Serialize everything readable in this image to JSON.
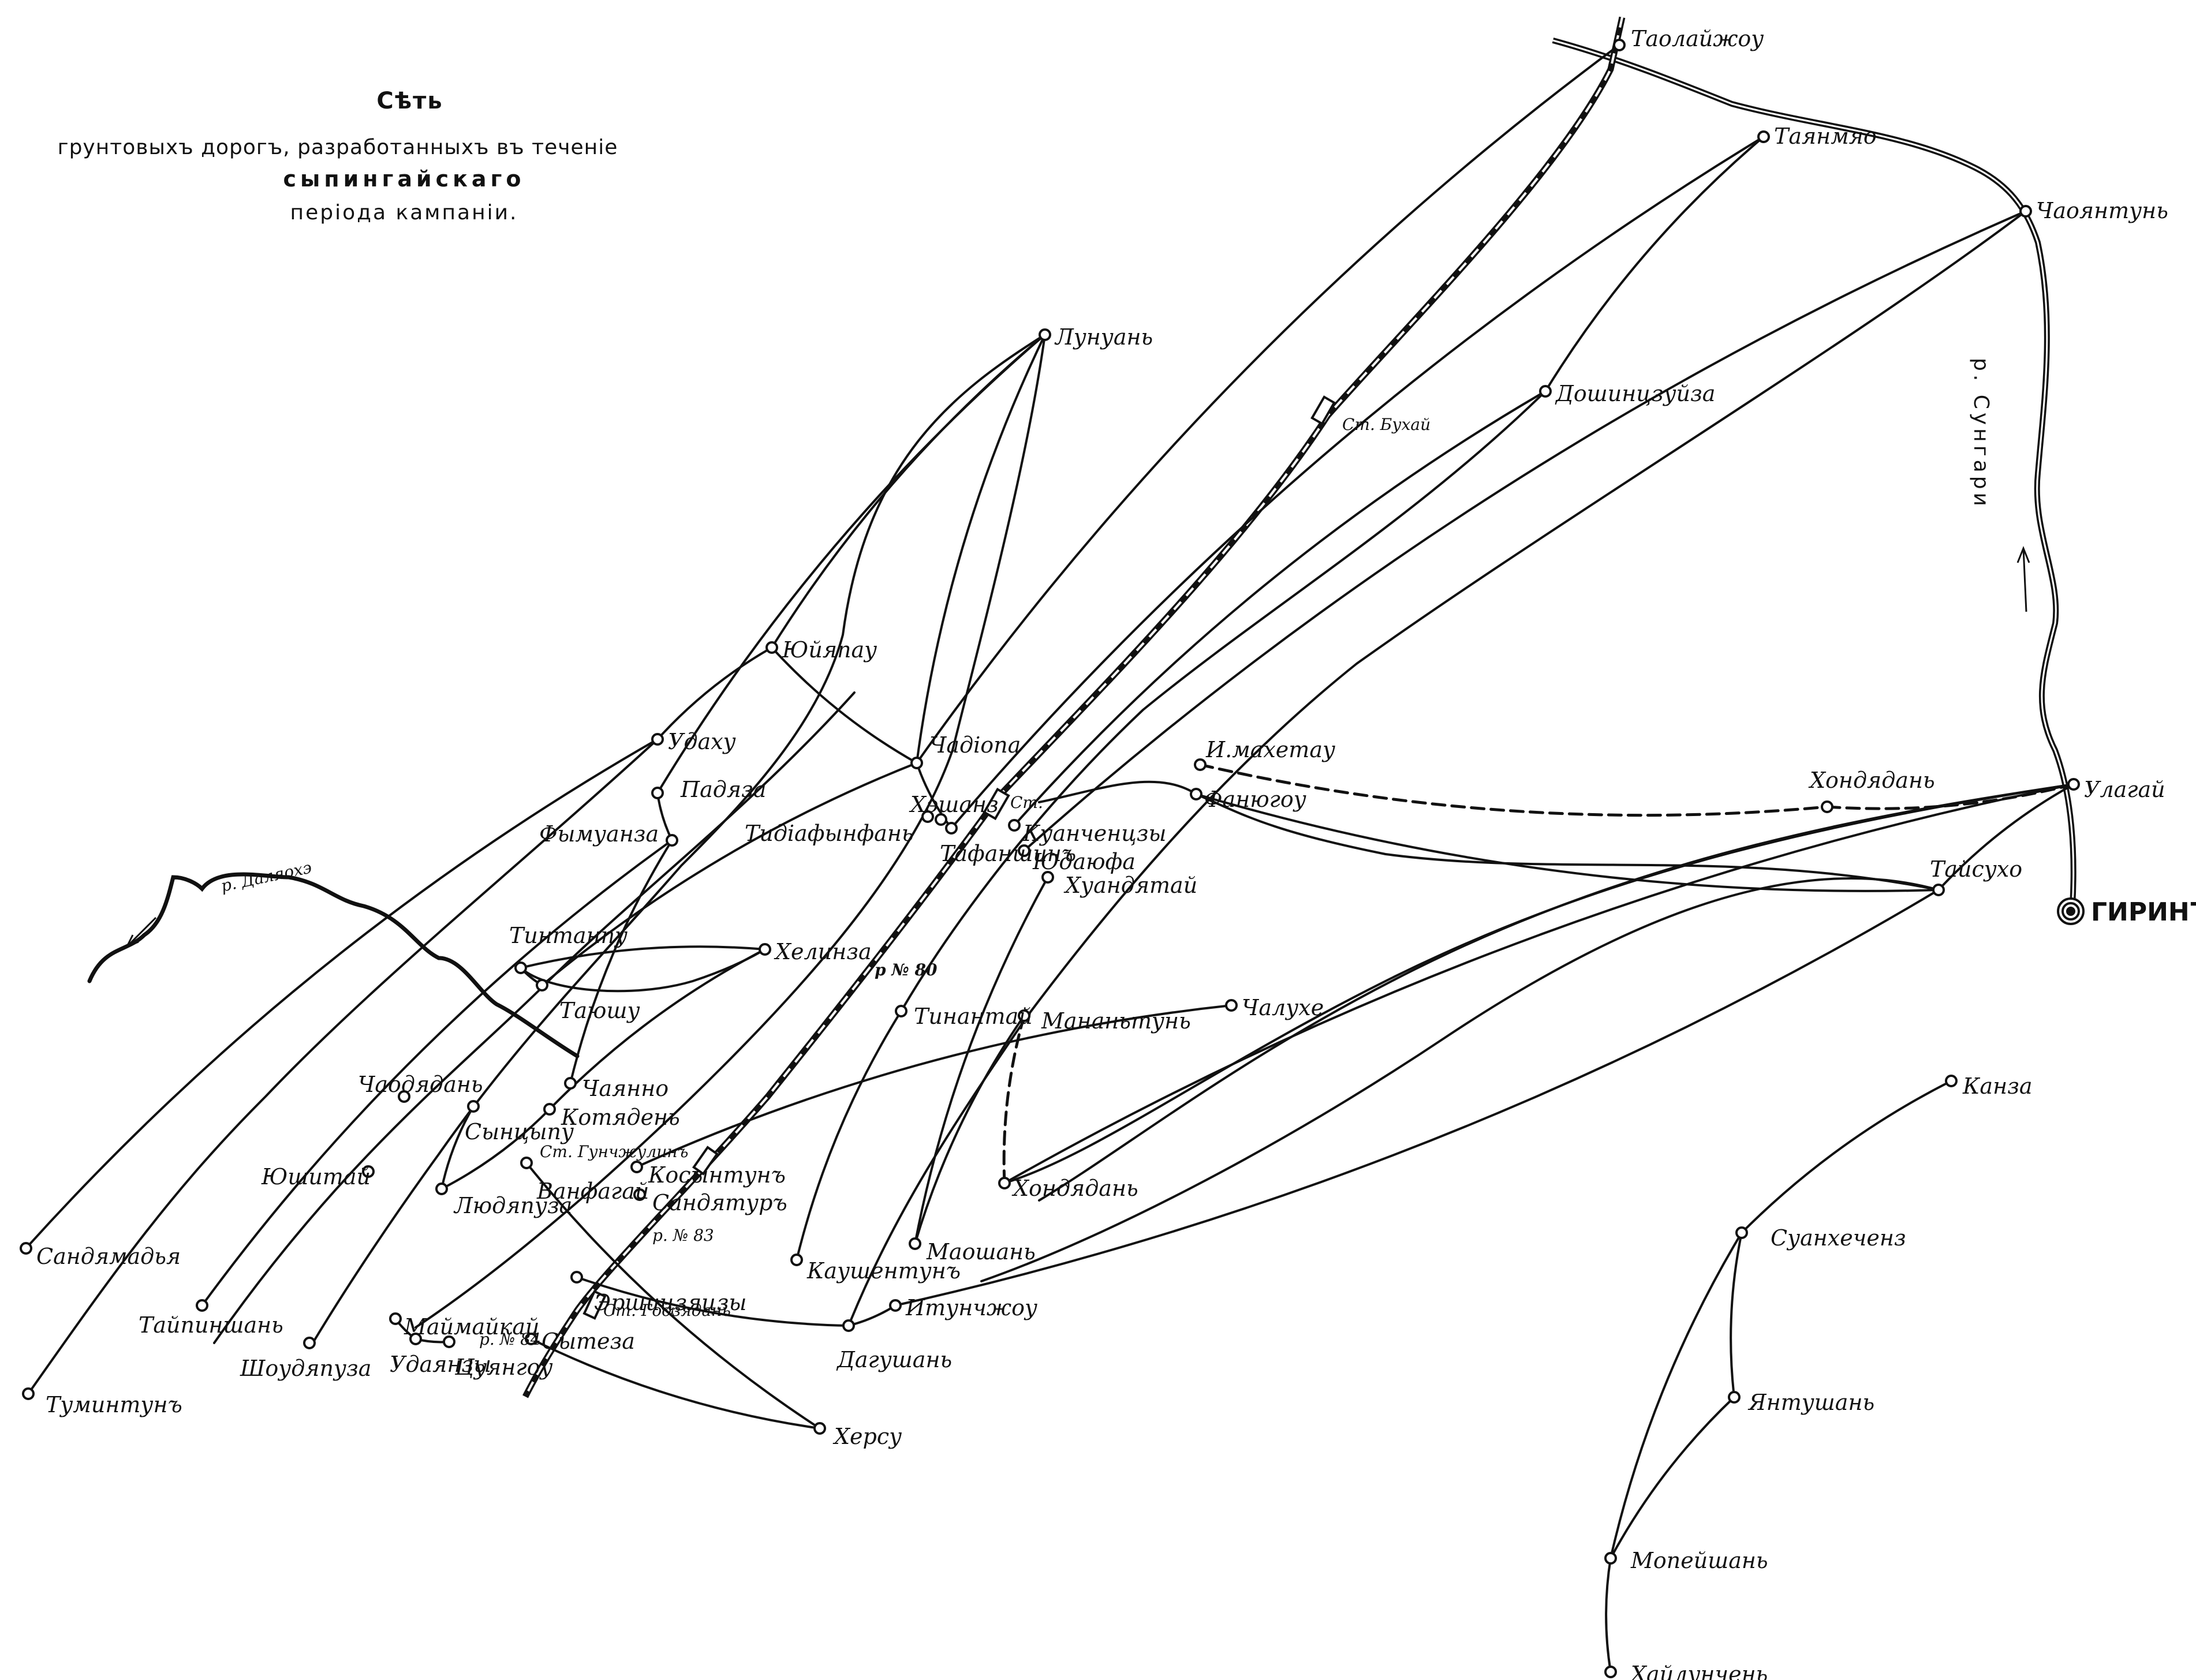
{
  "title": {
    "heading": "Сѣть",
    "line1": "грунтовыхъ дорогъ, разработанныхъ въ теченіе",
    "line2": "сыпингайскаго",
    "line3": "періода кампаніи."
  },
  "rivers": [
    {
      "id": "sungari",
      "label": "р. Сунгари",
      "flow_arrow": true
    },
    {
      "id": "dalyaohe",
      "label": "р. Даляохэ",
      "flow_arrow": true
    }
  ],
  "railway": {
    "stations": [
      "Ст. Бухай",
      "Ст.",
      "Ст. Гунчжулинъ",
      "Ст. Годзядань"
    ],
    "bridges": [
      "р № 80",
      "р. № 83",
      "р. № 84"
    ]
  },
  "places": [
    {
      "id": "taolaizhou",
      "name": "Таолайжоу"
    },
    {
      "id": "tayanmyao",
      "name": "Таянмяо"
    },
    {
      "id": "chaoyantun",
      "name": "Чаоянтунь"
    },
    {
      "id": "doshinczuyza",
      "name": "Дошинцзуйза"
    },
    {
      "id": "lunuan",
      "name": "Лунуань"
    },
    {
      "id": "yuyapau",
      "name": "Юйяпау"
    },
    {
      "id": "udahu",
      "name": "Удаху"
    },
    {
      "id": "chadiopa",
      "name": "Чадіопа"
    },
    {
      "id": "padyaza",
      "name": "Падяза"
    },
    {
      "id": "fymuanza",
      "name": "Фымуанза"
    },
    {
      "id": "imahetau",
      "name": "И.махетау"
    },
    {
      "id": "fanyugou",
      "name": "Фанюгоу"
    },
    {
      "id": "hondyadan_n",
      "name": "Хондядань"
    },
    {
      "id": "ulagai",
      "name": "Улагай"
    },
    {
      "id": "taysuho",
      "name": "Тайсухо"
    },
    {
      "id": "girin",
      "name": "ГИРИНЪ"
    },
    {
      "id": "heshan",
      "name": "Хэшанз"
    },
    {
      "id": "tidiafynfan",
      "name": "Тидіафынфань"
    },
    {
      "id": "tafanshin",
      "name": "Тафаншинъ"
    },
    {
      "id": "kuanchenczy",
      "name": "Куанченцзы"
    },
    {
      "id": "yudayufa",
      "name": "Юдаюфа"
    },
    {
      "id": "huandyatai",
      "name": "Хуандятай"
    },
    {
      "id": "helinza",
      "name": "Хелинза"
    },
    {
      "id": "tintanpu",
      "name": "Тинтанпу"
    },
    {
      "id": "tayushu",
      "name": "Таюшу"
    },
    {
      "id": "tinantai",
      "name": "Тинантай"
    },
    {
      "id": "mananytun",
      "name": "Мананьтунь"
    },
    {
      "id": "chaluhe",
      "name": "Чалухе"
    },
    {
      "id": "chaodyadan",
      "name": "Чаодядань"
    },
    {
      "id": "chayanno",
      "name": "Чаянно"
    },
    {
      "id": "kotyaden",
      "name": "Котядень"
    },
    {
      "id": "synczipu",
      "name": "Сынцыпу"
    },
    {
      "id": "yushitai",
      "name": "Юшитай"
    },
    {
      "id": "lyudyapuza",
      "name": "Людяпуза"
    },
    {
      "id": "vanfagai",
      "name": "Ванфагай"
    },
    {
      "id": "kosyntun",
      "name": "Косынтунъ"
    },
    {
      "id": "sandyatur",
      "name": "Сандятуръ"
    },
    {
      "id": "hondyadan_s",
      "name": "Хондядань"
    },
    {
      "id": "maoshan",
      "name": "Маошань"
    },
    {
      "id": "kaushentun",
      "name": "Каушентунъ"
    },
    {
      "id": "ershiczyaczy",
      "name": "Эршицзяцзы"
    },
    {
      "id": "itunchzhou",
      "name": "Итунчжоу"
    },
    {
      "id": "dagushan",
      "name": "Дагушань"
    },
    {
      "id": "maimaikai",
      "name": "Маймайкай"
    },
    {
      "id": "udayanzy",
      "name": "Удаянзы"
    },
    {
      "id": "czuyangou",
      "name": "Цуянгоу"
    },
    {
      "id": "syteza",
      "name": "Сытеза"
    },
    {
      "id": "hersu",
      "name": "Херсу"
    },
    {
      "id": "sandyamadya",
      "name": "Сандямадья"
    },
    {
      "id": "tumyntun",
      "name": "Туминтунъ"
    },
    {
      "id": "taipinshan",
      "name": "Тайпиншань"
    },
    {
      "id": "shoudyapuza",
      "name": "Шоудяпуза"
    },
    {
      "id": "kanza",
      "name": "Канза"
    },
    {
      "id": "suanhechen",
      "name": "Суанхеченз"
    },
    {
      "id": "yantushan",
      "name": "Янтушань"
    },
    {
      "id": "mopeishan",
      "name": "Мопейшань"
    },
    {
      "id": "hailunchen",
      "name": "Хайлунчень"
    }
  ],
  "roads": [
    [
      "lunuan",
      "yuyapau"
    ],
    [
      "lunuan",
      "chadiopa"
    ],
    [
      "lunuan",
      "padyaza"
    ],
    [
      "yuyapau",
      "chadiopa"
    ],
    [
      "yuyapau",
      "udahu"
    ],
    [
      "udahu",
      "sandyamadya"
    ],
    [
      "padyaza",
      "fymuanza"
    ],
    [
      "chadiopa",
      "tafanshin"
    ],
    [
      "chadiopa",
      "tayushu"
    ],
    [
      "fymuanza",
      "taipinshan"
    ],
    [
      "fymuanza",
      "chayanno"
    ],
    [
      "helinza",
      "tintanpu"
    ],
    [
      "helinza",
      "kotyaden"
    ],
    [
      "tintanpu",
      "tayushu"
    ],
    [
      "synczipu",
      "lyudyapuza"
    ],
    [
      "lyudyapuza",
      "kotyaden"
    ],
    [
      "vanfagai",
      "hersu"
    ],
    [
      "tinantai",
      "kaushentun"
    ],
    [
      "mananytun",
      "maoshan"
    ],
    [
      "huandyatai",
      "maoshan"
    ],
    [
      "taolaizhou",
      "chadiopa"
    ],
    [
      "tayanmyao",
      "doshinczuyza"
    ],
    [
      "doshinczuyza",
      "kuanchenczy"
    ],
    [
      "tayanmyao",
      "tafanshin"
    ],
    [
      "chaoyantun",
      "yudayufa"
    ],
    [
      "fanyugou",
      "taysuho"
    ],
    [
      "taysuho",
      "girin"
    ],
    [
      "ulagai",
      "taysuho"
    ],
    [
      "ulagai",
      "hondyadan_s"
    ],
    [
      "girin",
      "kanza"
    ],
    [
      "kanza",
      "suanhechen"
    ],
    [
      "suanhechen",
      "mopeishan"
    ],
    [
      "suanhechen",
      "yantushan"
    ],
    [
      "yantushan",
      "mopeishan"
    ],
    [
      "mopeishan",
      "hailunchen"
    ],
    [
      "chaluhe",
      "kosyntun"
    ],
    [
      "ershiczyaczy",
      "dagushan"
    ],
    [
      "dagushan",
      "itunchzhou"
    ],
    [
      "itunchzhou",
      "taysuho"
    ],
    [
      "maimaikai",
      "udayanzy"
    ],
    [
      "udayanzy",
      "czuyangou"
    ],
    [
      "syteza",
      "hersu"
    ]
  ],
  "dashed_roads": [
    [
      "imahetau",
      "hondyadan_n"
    ],
    [
      "hondyadan_n",
      "ulagai"
    ],
    [
      "mananytun",
      "hondyadan_s"
    ]
  ]
}
